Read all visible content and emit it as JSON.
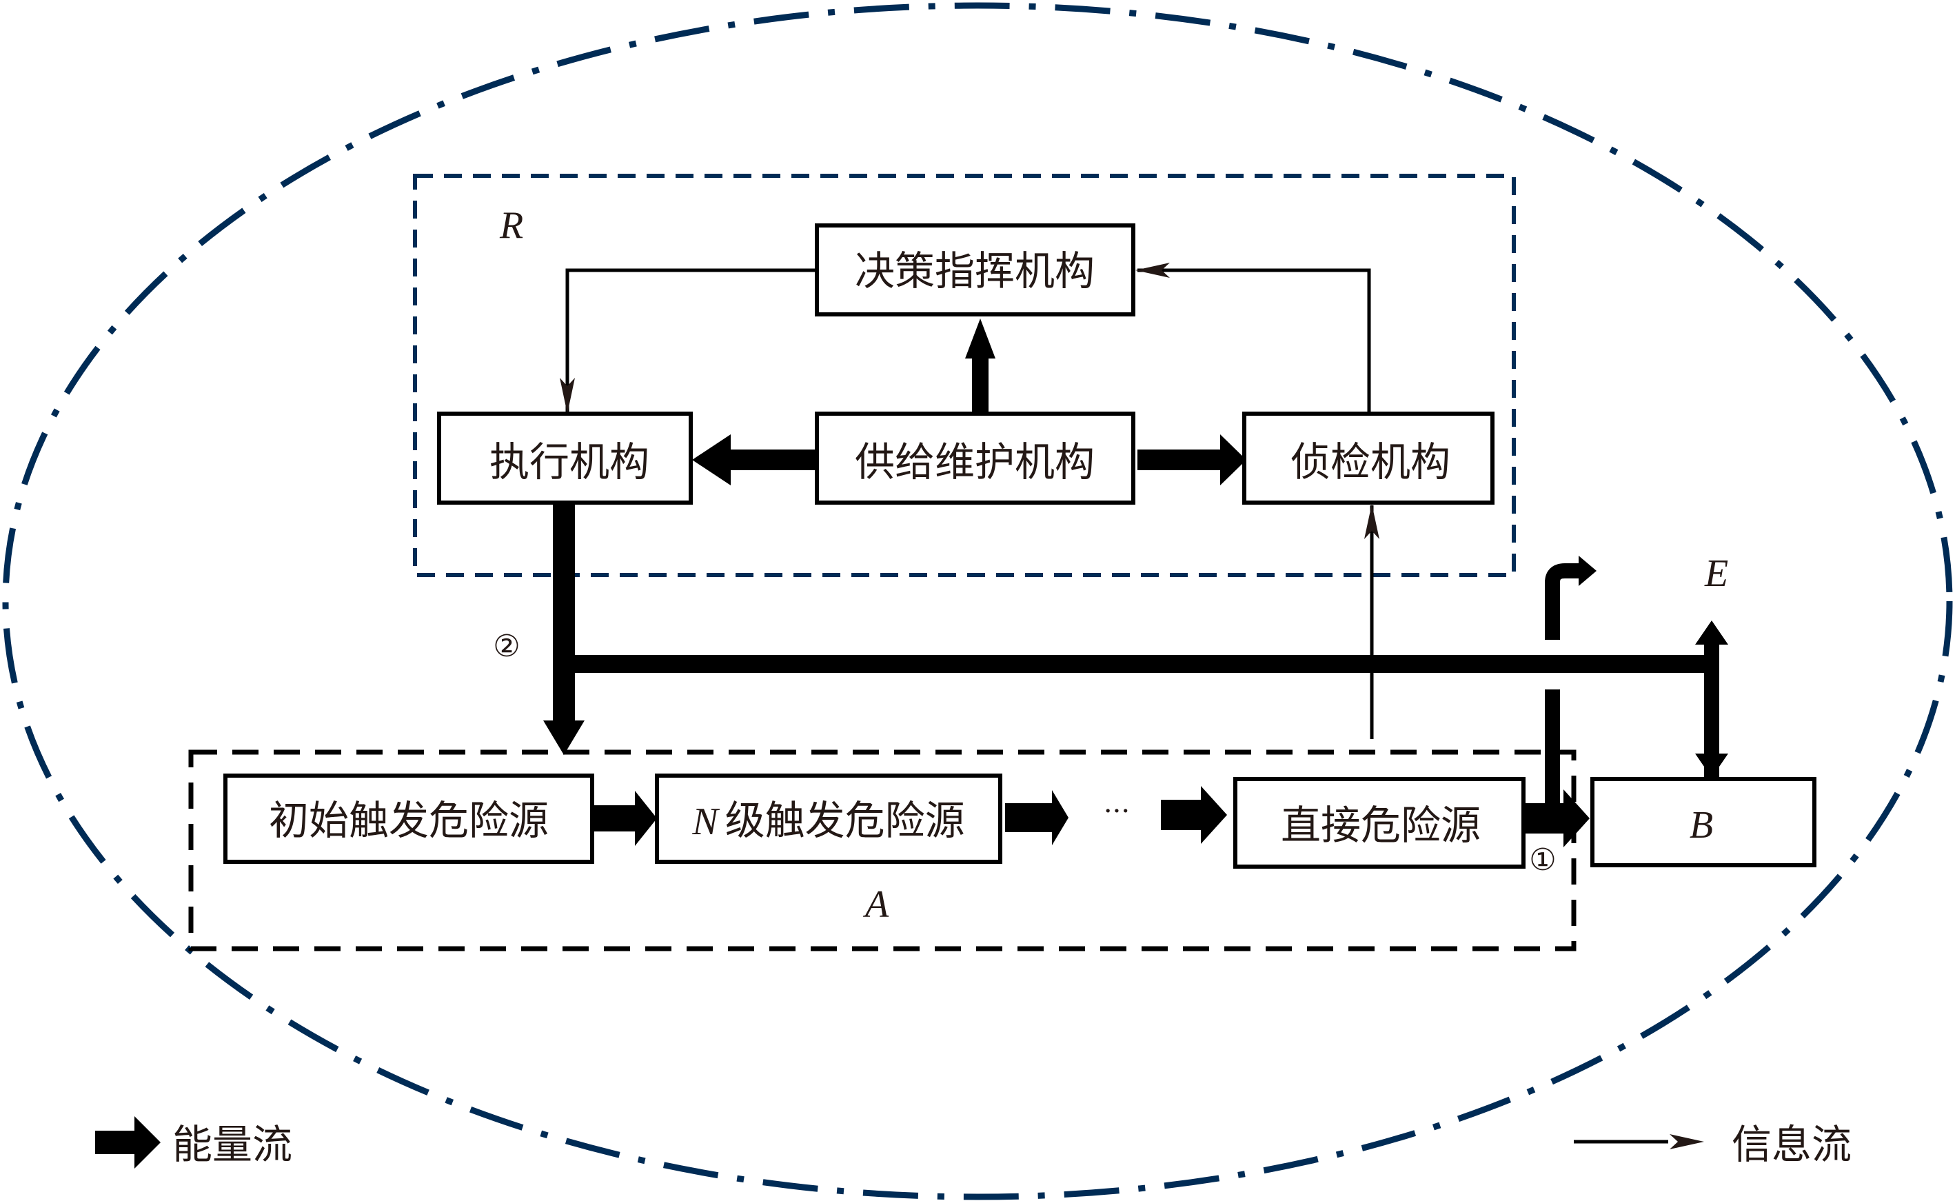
{
  "diagram": {
    "regions": {
      "R": "R",
      "A": "A",
      "E": "E",
      "B": "B"
    },
    "nodes": {
      "decision_command": "决策指挥机构",
      "execution": "执行机构",
      "supply_maintenance": "供给维护机构",
      "detection": "侦检机构",
      "initial_trigger_hazard": "初始触发危险源",
      "n_level_prefix": "N",
      "n_level_trigger_hazard": "级触发危险源",
      "ellipsis": "···",
      "direct_hazard": "直接危险源"
    },
    "markers": {
      "circle_1": "①",
      "circle_2": "②"
    },
    "legend": {
      "energy_flow": "能量流",
      "information_flow": "信息流"
    },
    "colors": {
      "outer_boundary": "#002b55",
      "r_boundary": "#002b55",
      "a_boundary": "#000000",
      "energy_flow": "#000000",
      "information_flow": "#000000",
      "text": "#231815"
    }
  }
}
